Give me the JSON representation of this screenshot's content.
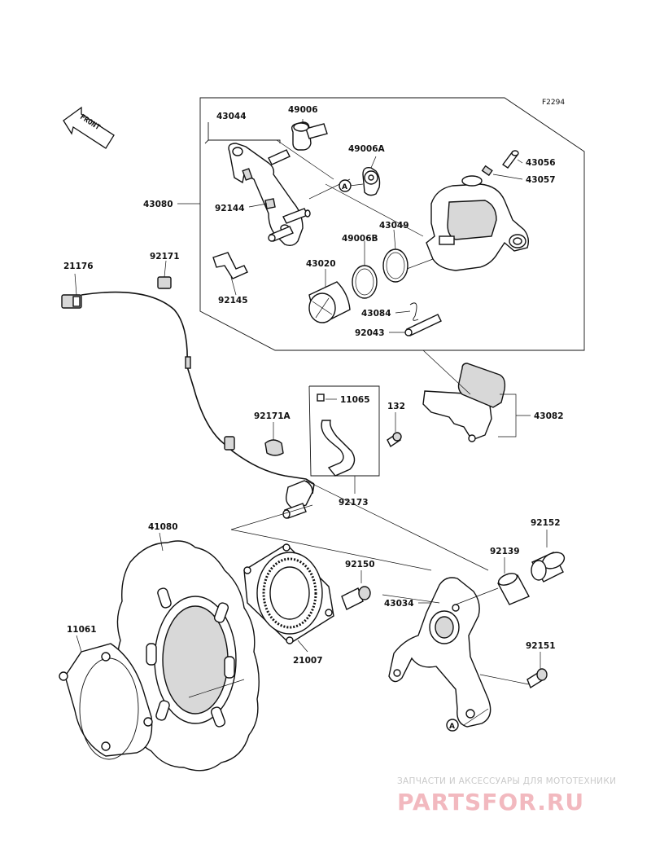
{
  "figure_code": "F2294",
  "front_arrow_label": "FRONT",
  "ref_marker": "A",
  "labels": {
    "p43044": "43044",
    "p49006": "49006",
    "p49006A": "49006A",
    "p43056": "43056",
    "p43057": "43057",
    "p43080": "43080",
    "p92144": "92144",
    "p43049": "43049",
    "p49006B": "49006B",
    "p21176": "21176",
    "p92171": "92171",
    "p43020": "43020",
    "p92145": "92145",
    "p43084": "43084",
    "p92043": "92043",
    "p11065": "11065",
    "p132": "132",
    "p92171A": "92171A",
    "p43082": "43082",
    "p92173": "92173",
    "p41080": "41080",
    "p92152": "92152",
    "p92139": "92139",
    "p92150": "92150",
    "p43034": "43034",
    "p11061": "11061",
    "p21007": "21007",
    "p92151": "92151"
  },
  "watermark": {
    "tagline": "ЗАПЧАСТИ И АКСЕССУАРЫ ДЛЯ МОТОТЕХНИКИ",
    "brand": "PARTSFOR.RU"
  }
}
